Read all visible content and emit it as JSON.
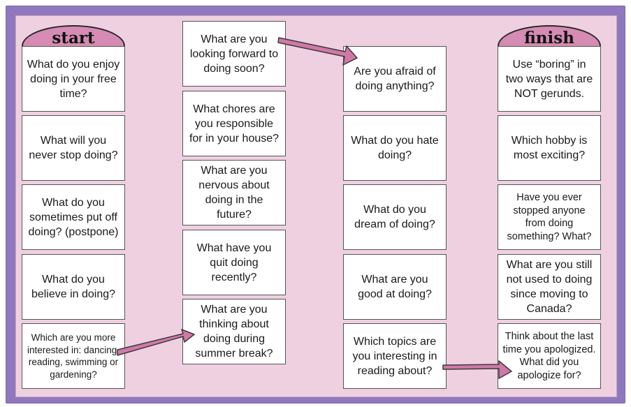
{
  "labels": {
    "start": "start",
    "finish": "finish"
  },
  "columns": [
    {
      "name": "column-1",
      "cards": [
        "What do you enjoy doing in your free time?",
        "What will you never stop doing?",
        "What do you sometimes put off doing? (postpone)",
        "What do you believe in doing?",
        "Which are you more interested in: dancing, reading, swimming or gardening?"
      ]
    },
    {
      "name": "column-2",
      "cards": [
        "What are you looking forward to doing soon?",
        "What chores are you responsible for in your house?",
        "What are you nervous about doing in the future?",
        "What have you quit doing recently?",
        "What are you thinking about doing during summer break?"
      ]
    },
    {
      "name": "column-3",
      "cards": [
        "Are you afraid of doing anything?",
        "What do you hate doing?",
        "What do you dream of doing?",
        "What are you good at doing?",
        "Which topics are you interesting in reading about?"
      ]
    },
    {
      "name": "column-4",
      "cards": [
        "Use “boring” in two ways that are NOT gerunds.",
        "Which hobby is most exciting?",
        "Have you ever stopped anyone from doing something? What?",
        "What are you still not used to doing since moving to Canada?",
        "Think about the last time you apologized. What did you apologize for?"
      ]
    }
  ],
  "colors": {
    "frame": "#8f78be",
    "board": "#efd0e1",
    "tab": "#d58bb3",
    "arrow": "#d079a8"
  }
}
